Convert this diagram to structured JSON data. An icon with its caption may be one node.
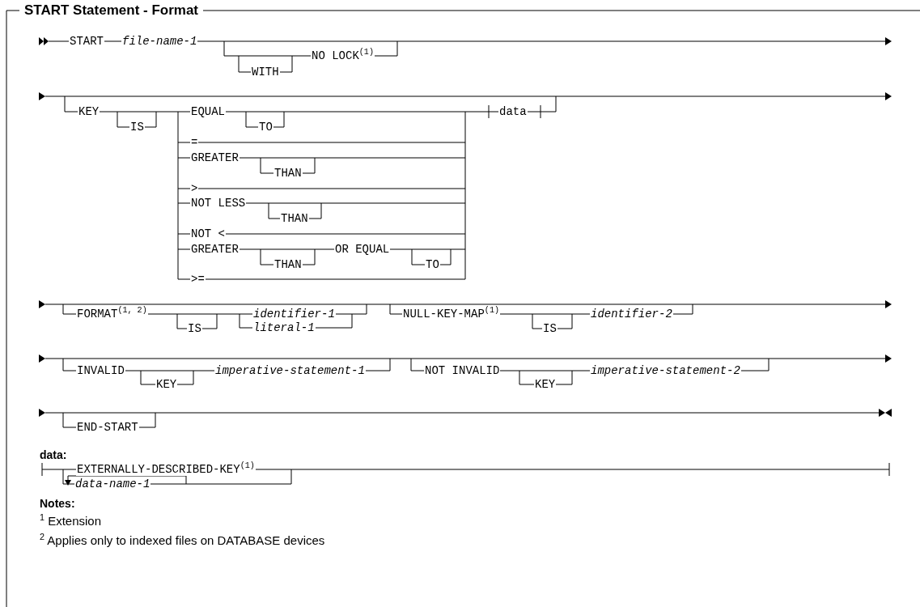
{
  "diagram": {
    "title": "START Statement - Format",
    "labels": [
      "START",
      "file-name-1",
      "NO LOCK$^{(1)}$",
      "WITH",
      "KEY",
      "IS",
      "EQUAL",
      "TO",
      "data",
      "=",
      "GREATER",
      "THAN",
      ">",
      "NOT LESS",
      "THAN",
      "NOT <",
      "GREATER",
      "THAN",
      "OR EQUAL",
      "TO",
      ">=",
      "FORMAT$^{(1, 2)}$",
      "IS",
      "identifier-1",
      "literal-1",
      "NULL-KEY-MAP$^{(1)}$",
      "IS",
      "identifier-2",
      "INVALID",
      "KEY",
      "imperative-statement-1",
      "NOT INVALID",
      "KEY",
      "imperative-statement-2",
      "END-START",
      "data:",
      "EXTERNALLY-DESCRIBED-KEY$^{(1)}$",
      "data-name-1",
      "Notes:",
      "$^{1}$ Extension",
      "$^{2}$ Applies only to indexed files on DATABASE devices"
    ]
  }
}
